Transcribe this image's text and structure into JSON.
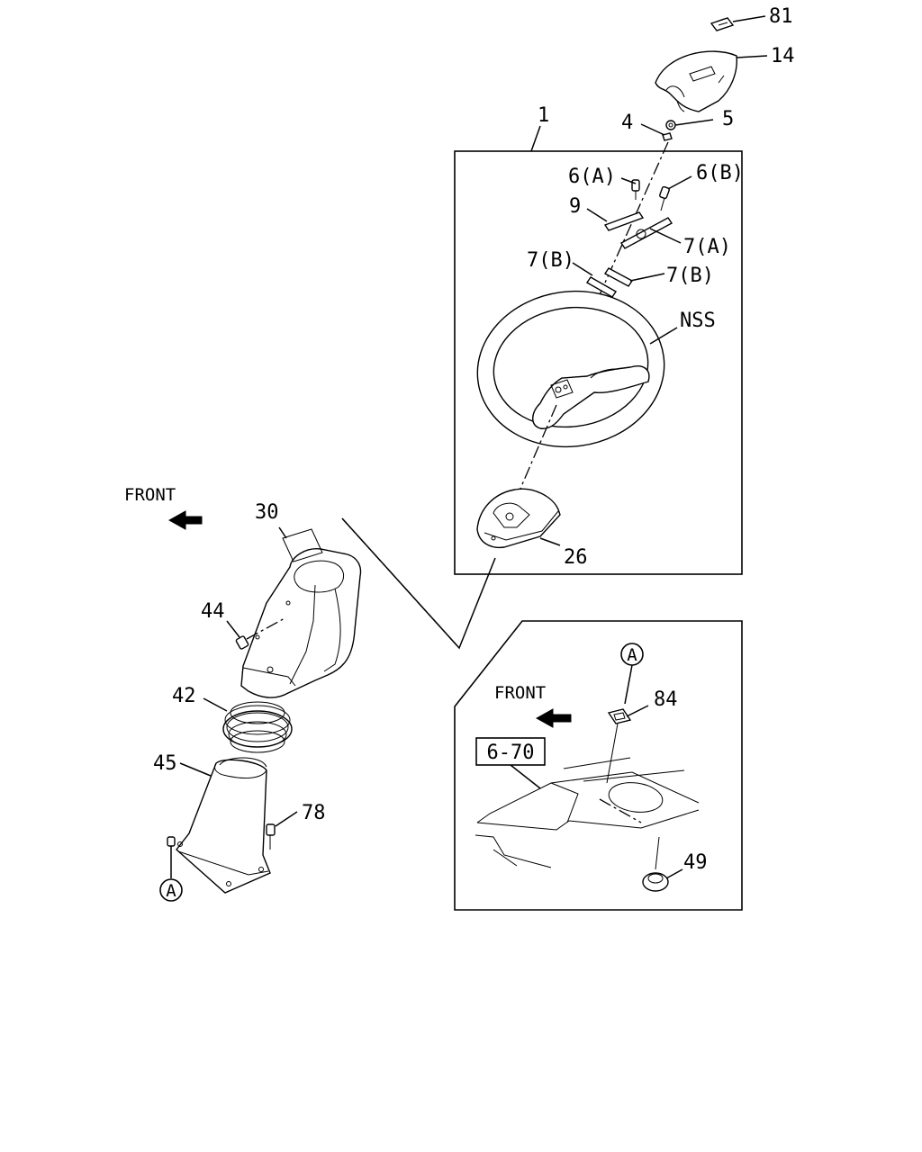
{
  "labels": {
    "p81": "81",
    "p14": "14",
    "p1": "1",
    "p4": "4",
    "p5": "5",
    "p6a": "6(A)",
    "p6b": "6(B)",
    "p9": "9",
    "p7a": "7(A)",
    "p7b_left": "7(B)",
    "p7b_right": "7(B)",
    "nss": "NSS",
    "p26": "26",
    "p30": "30",
    "p44": "44",
    "p42": "42",
    "p45": "45",
    "p78": "78",
    "p84": "84",
    "p49": "49",
    "ref_box": "6-70",
    "front_main": "FRONT",
    "front_inset": "FRONT",
    "circle_a_lower": "A",
    "circle_a_inset": "A"
  },
  "icons": {
    "front_arrow_main": "arrow-left-icon",
    "front_arrow_inset": "arrow-left-icon"
  }
}
